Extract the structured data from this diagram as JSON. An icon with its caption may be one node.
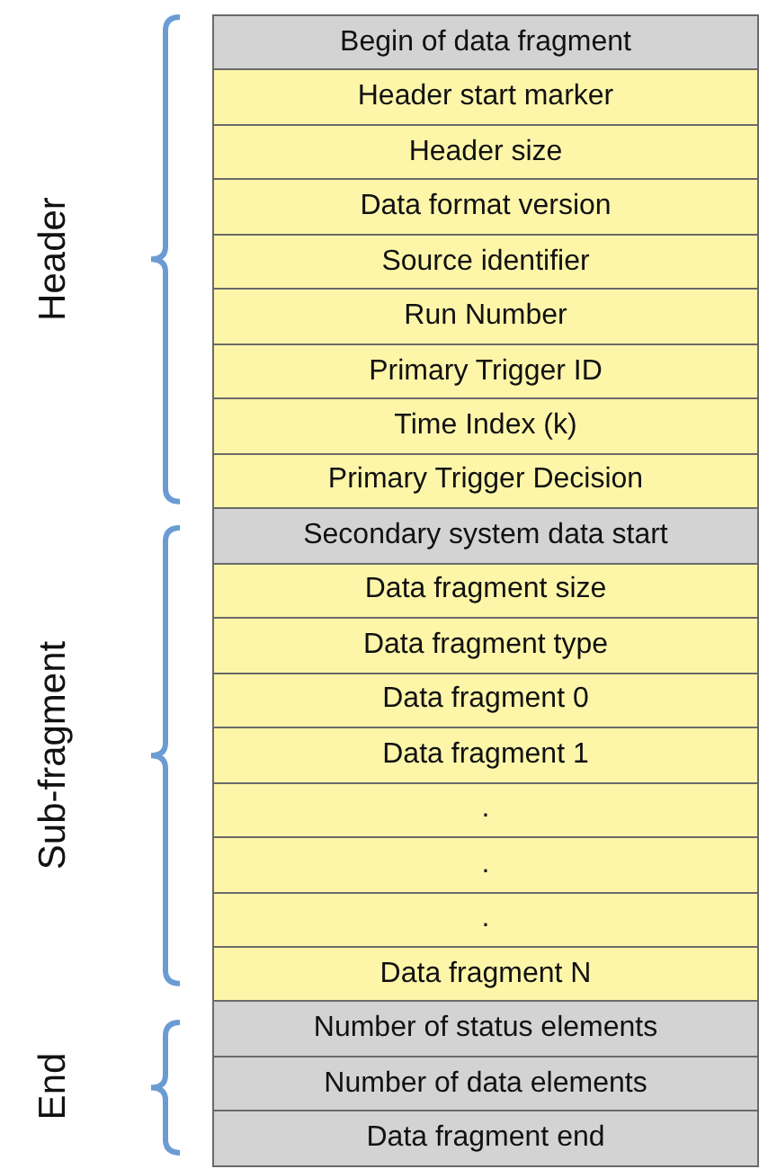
{
  "diagram": {
    "nodes": [
      {
        "text": [
          "Begin of data fragment"
        ]
      },
      {
        "text": [
          "Header start marker"
        ]
      },
      {
        "text": [
          "Header size"
        ]
      },
      {
        "text": [
          "Data format version"
        ]
      },
      {
        "text": [
          "Source identifier"
        ]
      },
      {
        "text": [
          "Run Number"
        ]
      },
      {
        "text": [
          "Primary Trigger ID"
        ]
      },
      {
        "text": [
          "Time Index (k)"
        ]
      },
      {
        "text": [
          "Primary Trigger Decision"
        ]
      },
      {
        "text": [
          "Secondary system data start"
        ]
      },
      {
        "text": [
          "Data fragment size"
        ]
      },
      {
        "text": [
          "Data fragment type"
        ]
      },
      {
        "text": [
          "Data fragment 0"
        ]
      },
      {
        "text": [
          "Data fragment 1"
        ]
      },
      {
        "text": [
          "."
        ]
      },
      {
        "text": [
          "."
        ]
      },
      {
        "text": [
          "."
        ]
      },
      {
        "text": [
          "Data fragment N"
        ]
      },
      {
        "text": [
          "Number of status elements"
        ]
      },
      {
        "text": [
          "Number of data elements"
        ]
      },
      {
        "text": [
          "Data fragment end"
        ]
      }
    ],
    "labels": [
      "Header",
      "Sub-fragment",
      "End"
    ]
  }
}
